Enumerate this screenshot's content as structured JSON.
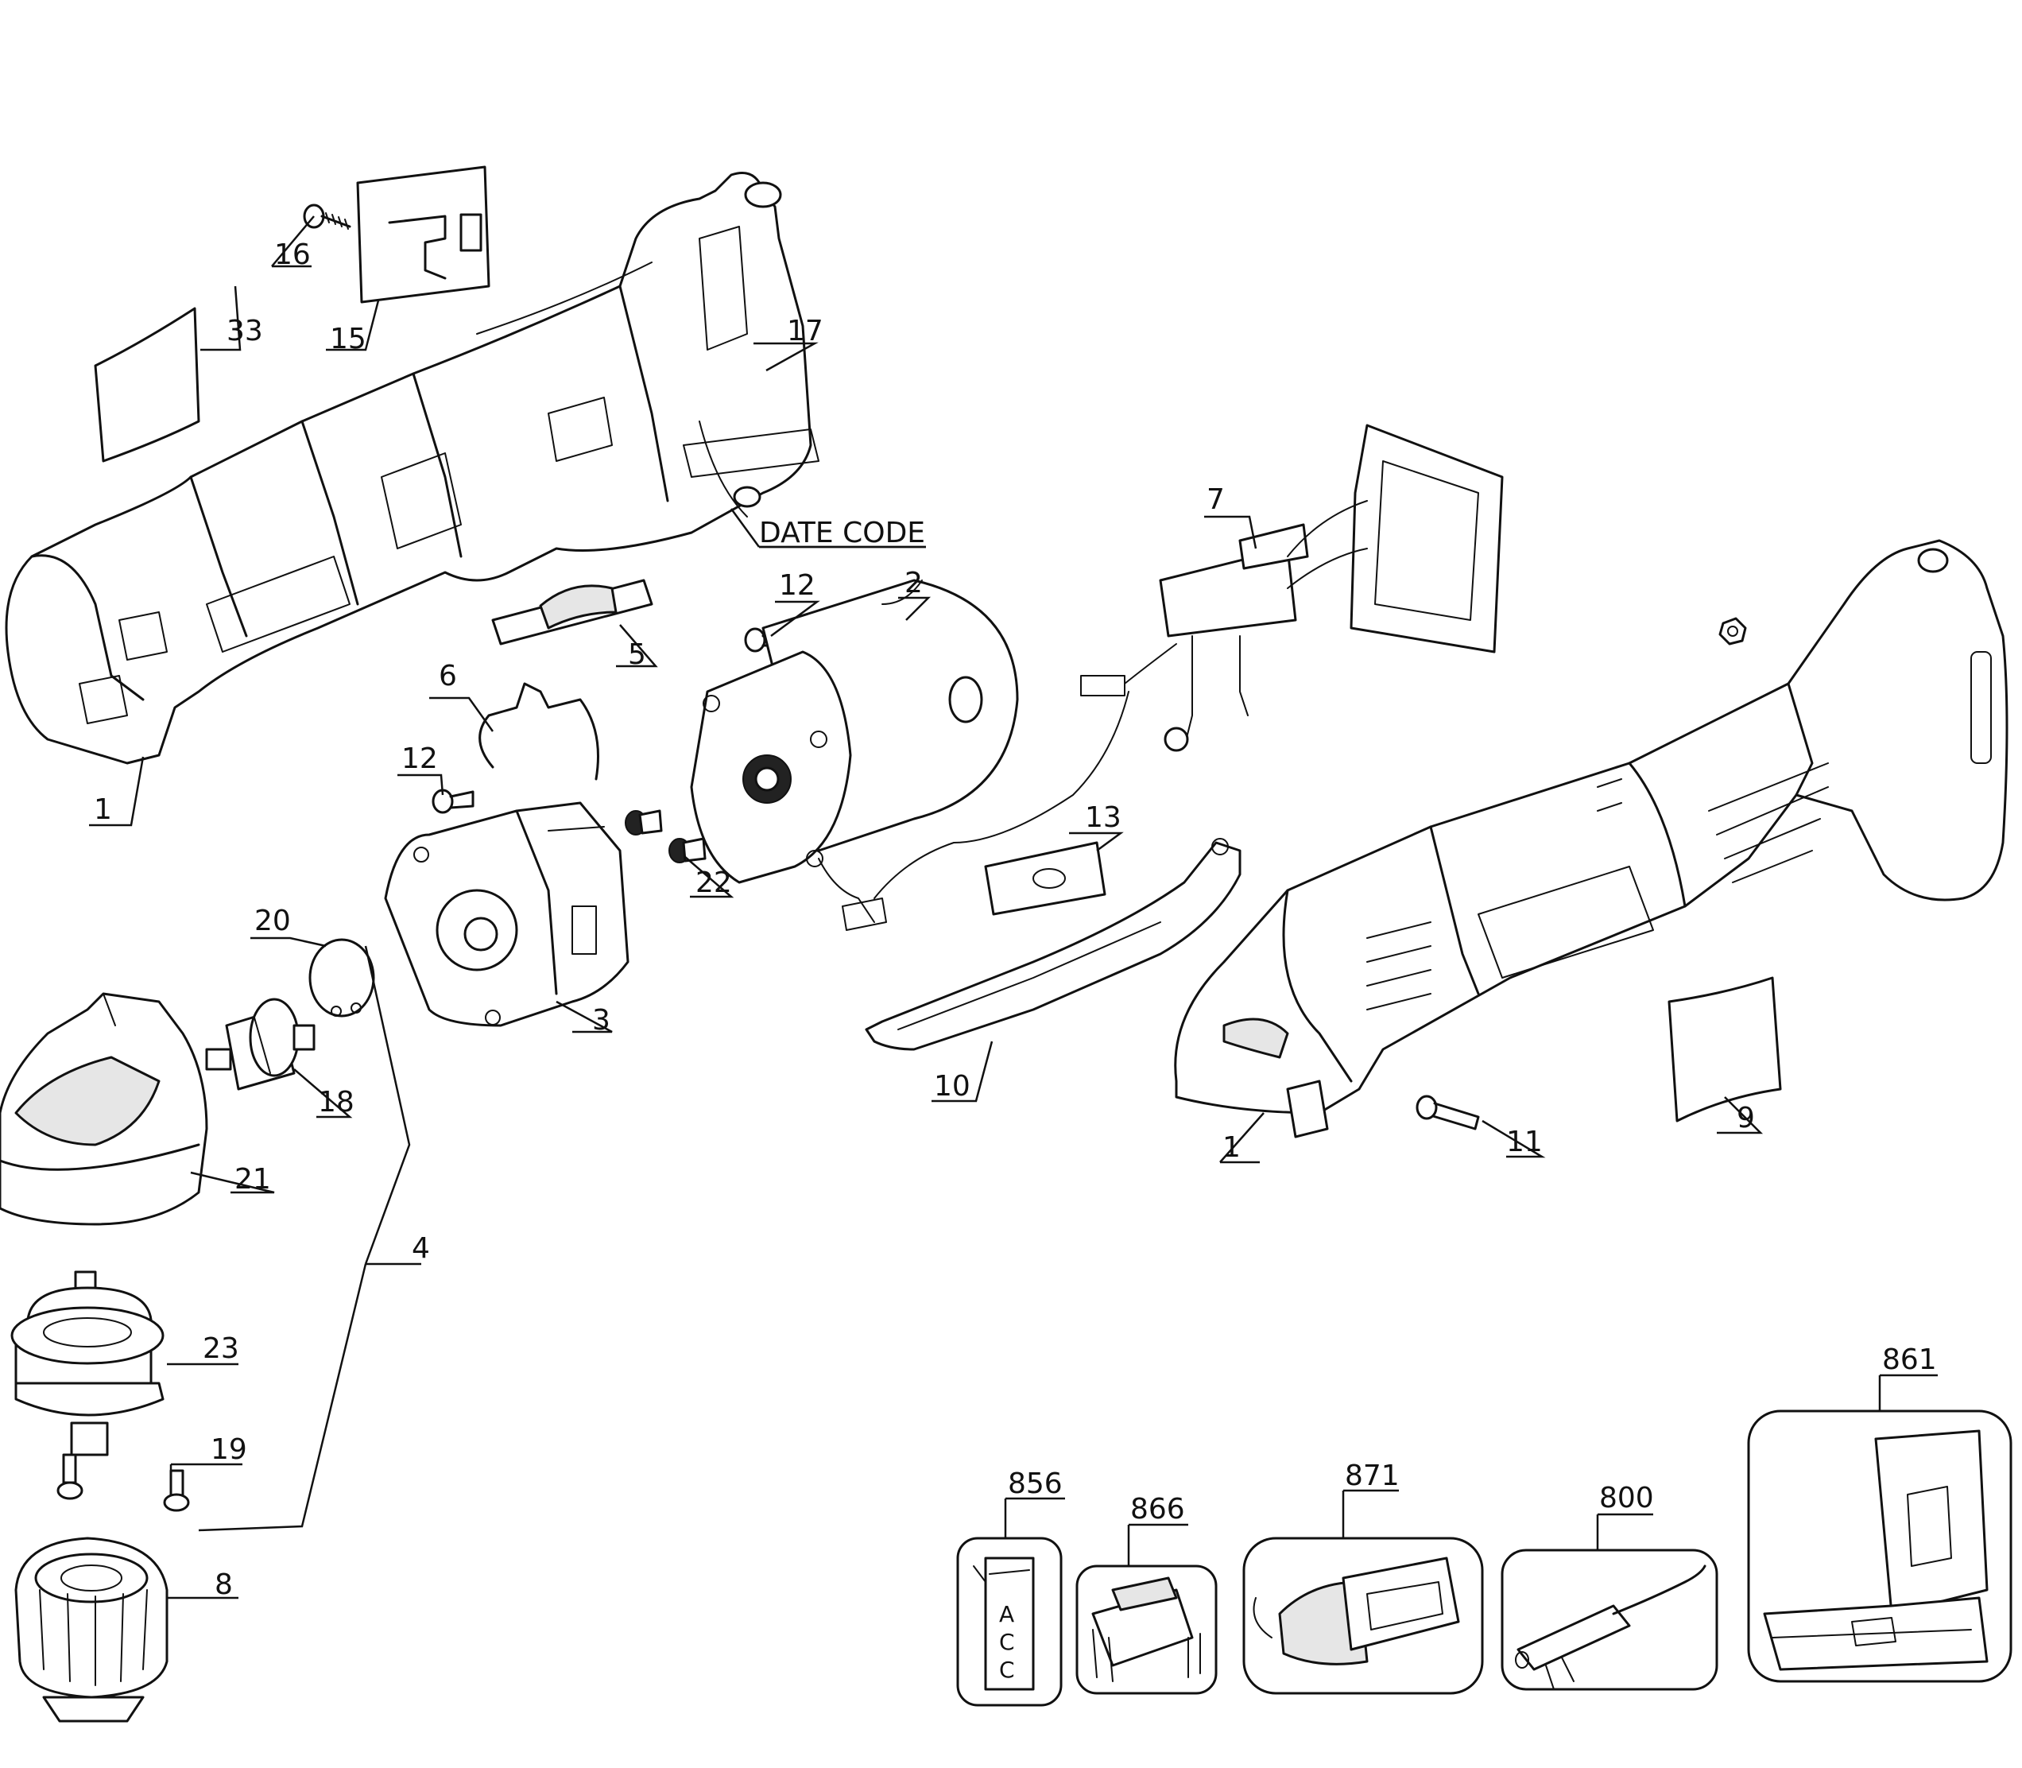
{
  "callouts": {
    "c1a": "1",
    "c1b": "1",
    "c2": "2",
    "c3": "3",
    "c4": "4",
    "c5": "5",
    "c6": "6",
    "c7": "7",
    "c8": "8",
    "c9": "9",
    "c10": "10",
    "c11": "11",
    "c12a": "12",
    "c12b": "12",
    "c13": "13",
    "c15": "15",
    "c16": "16",
    "c17": "17",
    "c18": "18",
    "c19": "19",
    "c20": "20",
    "c21": "21",
    "c22": "22",
    "c23": "23",
    "c33": "33",
    "c800": "800",
    "c856": "856",
    "c861": "861",
    "c866": "866",
    "c871": "871",
    "date_code": "DATE CODE"
  },
  "label_856": {
    "a": "A",
    "c1": "C",
    "c2": "C"
  }
}
